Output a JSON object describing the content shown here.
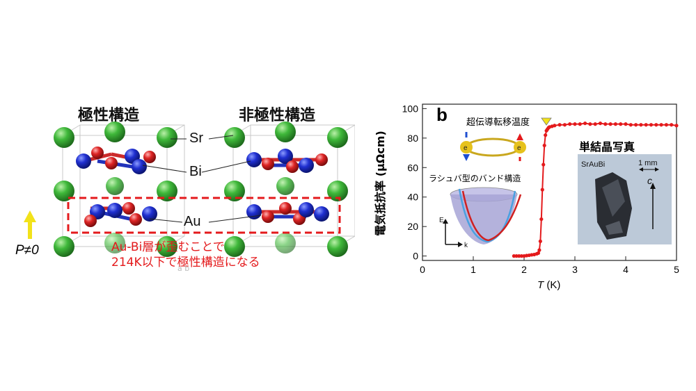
{
  "left": {
    "title_polar": "極性構造",
    "title_nonpolar": "非極性構造",
    "labels": {
      "sr": "Sr",
      "bi": "Bi",
      "au": "Au"
    },
    "p_label": "P≠0",
    "note_line1": "Au-Bi層が歪むことで",
    "note_line2": "214K以下で極性構造になる",
    "axes_faint": "a   b"
  },
  "chart": {
    "panel_letter": "b",
    "ylabel": "電気抵抗率 (μΩcm)",
    "xlabel": "T (K)",
    "tc_label": "超伝導転移温度",
    "rashba_label": "ラシュバ型のバンド構造",
    "crystal_title": "単結晶写真",
    "sample_name": "SrAuBi",
    "scale_label": "1 mm",
    "axis_c": "c",
    "e_axis": "E",
    "k_axis": "k",
    "electron": "e"
  },
  "chart_data": {
    "type": "scatter",
    "xlim": [
      0,
      5
    ],
    "ylim": [
      -3,
      103
    ],
    "xticks": [
      0,
      1,
      2,
      3,
      4,
      5
    ],
    "yticks": [
      0,
      20,
      40,
      60,
      80,
      100
    ],
    "series": [
      {
        "color": "#e41a1c",
        "x": [
          1.8,
          1.85,
          1.9,
          1.95,
          2.0,
          2.05,
          2.1,
          2.15,
          2.2,
          2.25,
          2.28,
          2.3,
          2.32,
          2.34,
          2.36,
          2.38,
          2.4,
          2.42,
          2.44,
          2.46,
          2.48,
          2.5,
          2.55,
          2.6,
          2.7,
          2.8,
          2.9,
          3.0,
          3.1,
          3.2,
          3.3,
          3.4,
          3.5,
          3.6,
          3.7,
          3.8,
          3.9,
          4.0,
          4.1,
          4.2,
          4.3,
          4.4,
          4.5,
          4.6,
          4.7,
          4.8,
          4.9,
          5.0
        ],
        "y": [
          0,
          0,
          0,
          0,
          0,
          0.3,
          0.5,
          0.8,
          1,
          1.5,
          2,
          4,
          10,
          25,
          45,
          62,
          75,
          82,
          85,
          86,
          87,
          87.5,
          88,
          88.5,
          89,
          89,
          89.5,
          89.5,
          89.5,
          90,
          89.5,
          89.5,
          90,
          89.5,
          89.5,
          89.5,
          89.5,
          89.5,
          89,
          89,
          89,
          89,
          89,
          89,
          89,
          89,
          89,
          88.5
        ]
      }
    ],
    "tc_marker_x": 2.45
  }
}
